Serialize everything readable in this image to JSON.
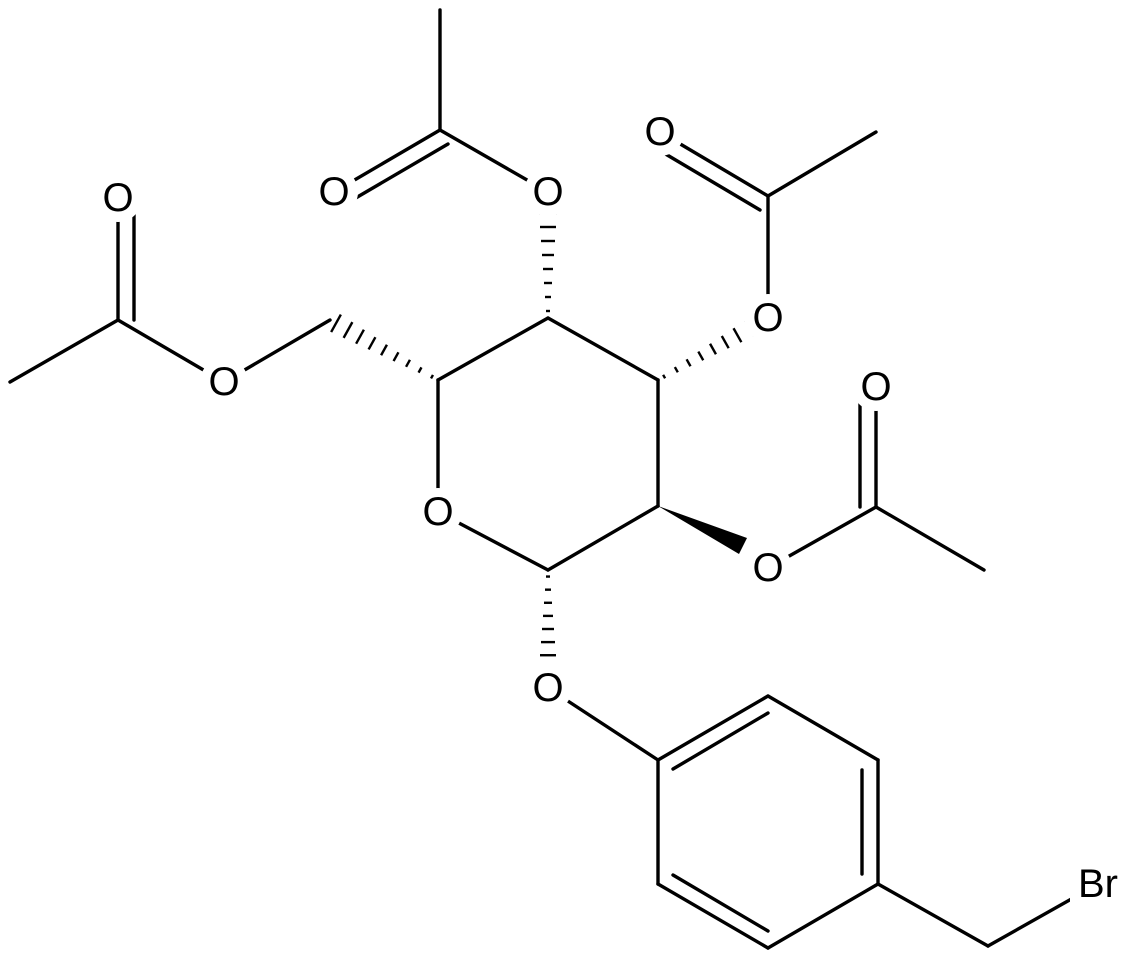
{
  "molecule": {
    "bond_color": "#000000",
    "background": "#ffffff",
    "labels": {
      "ring_oxygen": "O",
      "glycosidic_oxygen": "O",
      "ester_oxygen_c2": "O",
      "ester_oxygen_c3": "O",
      "ester_oxygen_c4": "O",
      "ester_oxygen_c6": "O",
      "carbonyl_oxygen_c2": "O",
      "carbonyl_oxygen_c3": "O",
      "carbonyl_oxygen_c4": "O",
      "carbonyl_oxygen_c6": "O",
      "bromine": "Br"
    }
  }
}
